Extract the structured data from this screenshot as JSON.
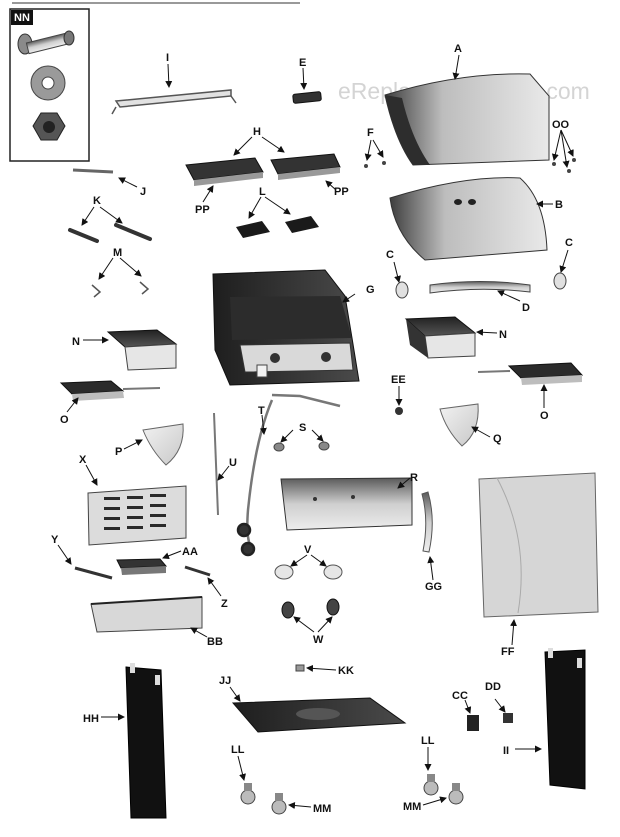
{
  "watermark": "eReplacementParts.com",
  "inset": {
    "title": "NN"
  },
  "labels": {
    "A": "A",
    "B": "B",
    "C": "C",
    "D": "D",
    "E": "E",
    "F": "F",
    "G": "G",
    "H": "H",
    "I": "I",
    "J": "J",
    "K": "K",
    "L": "L",
    "M": "M",
    "N": "N",
    "O": "O",
    "P": "P",
    "Q": "Q",
    "R": "R",
    "S": "S",
    "T": "T",
    "U": "U",
    "V": "V",
    "W": "W",
    "X": "X",
    "Y": "Y",
    "Z": "Z",
    "AA": "AA",
    "BB": "BB",
    "CC": "CC",
    "DD": "DD",
    "EE": "EE",
    "FF": "FF",
    "GG": "GG",
    "HH": "HH",
    "II": "II",
    "JJ": "JJ",
    "KK": "KK",
    "LL": "LL",
    "MM": "MM",
    "OO": "OO",
    "PP": "PP"
  }
}
